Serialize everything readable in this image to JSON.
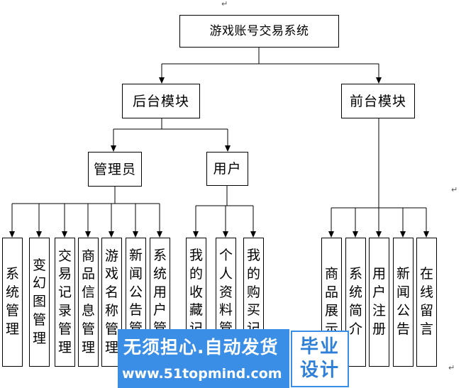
{
  "paragraph_marks": [
    "↵",
    "↵",
    "↵"
  ],
  "root": {
    "label": "游戏账号交易系统"
  },
  "backend": {
    "label": "后台模块",
    "admin": {
      "label": "管理员",
      "items": [
        "系统管理",
        "变幻图管理",
        "交易记录管理",
        "商品信息管理",
        "游戏名称管理",
        "新闻公告管",
        "系统用户管"
      ]
    },
    "user": {
      "label": "用户",
      "items": [
        "我的收藏记",
        "个人资料管",
        "我的购买记"
      ]
    }
  },
  "frontend": {
    "label": "前台模块",
    "items": [
      "商品展示",
      "系统简介",
      "用户注册",
      "新闻公告",
      "在线留言"
    ]
  },
  "watermark": {
    "slogan": "无须担心.自动发货",
    "url": "www.51topmind.com",
    "badge": [
      "毕业",
      "设计"
    ]
  },
  "colors": {
    "diagram_line": "#000000",
    "watermark_blue": "#3a8ee6",
    "watermark_badge_text": "#2d7fd8",
    "paragraph_mark": "#555555"
  }
}
